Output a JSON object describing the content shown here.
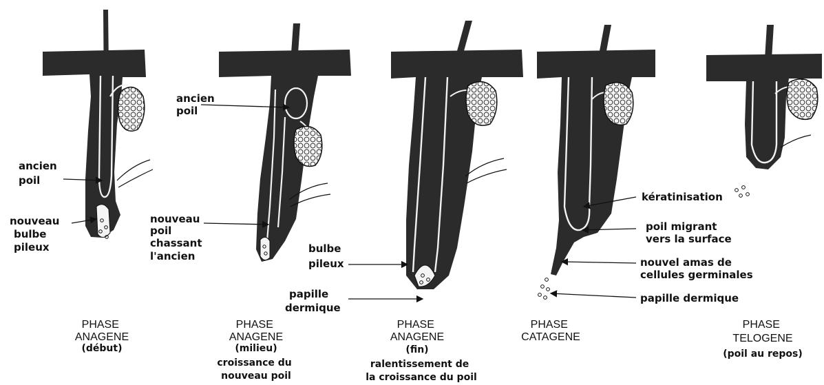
{
  "colors": {
    "skin": "#2b2b2b",
    "gland_fill": "#f4f4f4",
    "line": "#111111"
  },
  "stages": [
    {
      "title_lines": [
        "PHASE",
        "ANAGENE"
      ],
      "sub_lines": [
        "(début)"
      ],
      "desc_lines": []
    },
    {
      "title_lines": [
        "PHASE",
        "ANAGENE"
      ],
      "sub_lines": [
        "(milieu)"
      ],
      "desc_lines": [
        "croissance du",
        "nouveau poil"
      ]
    },
    {
      "title_lines": [
        "PHASE",
        "ANAGENE"
      ],
      "sub_lines": [
        "(fin)"
      ],
      "desc_lines": [
        "ralentissement de",
        "la croissance du poil"
      ]
    },
    {
      "title_lines": [
        "PHASE",
        "CATAGENE"
      ],
      "sub_lines": [],
      "desc_lines": []
    },
    {
      "title_lines": [
        "PHASE",
        "TELOGENE"
      ],
      "sub_lines": [
        "(poil au repos)"
      ],
      "desc_lines": []
    }
  ],
  "labels": {
    "s1_ancien_poil": [
      "ancien",
      "poil"
    ],
    "s1_nouveau_bulbe": [
      "nouveau",
      "bulbe",
      "pileux"
    ],
    "s2_ancien_poil": [
      "ancien",
      "poil"
    ],
    "s2_nouveau_poil": [
      "nouveau",
      "poil",
      "chassant",
      "l'ancien"
    ],
    "s3_bulbe": [
      "bulbe",
      "pileux"
    ],
    "s3_papille": [
      "papille",
      "dermique"
    ],
    "s4_keratinisation": [
      "kératinisation"
    ],
    "s4_poil_migrant": [
      "poil migrant",
      "vers la surface"
    ],
    "s4_nouvel_amas": [
      "nouvel amas de",
      "cellules germinales"
    ],
    "s4_papille": [
      "papille dermique"
    ]
  }
}
